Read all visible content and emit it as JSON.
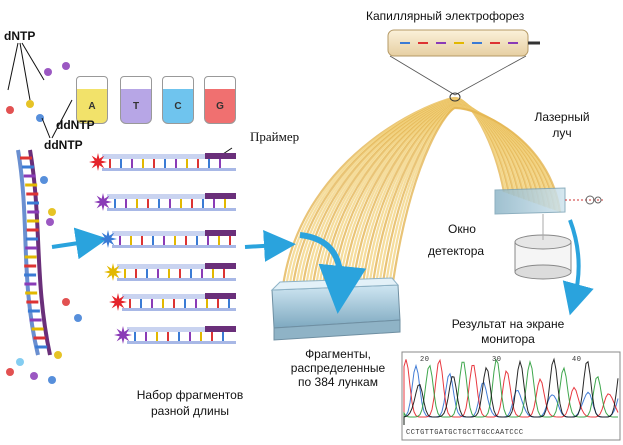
{
  "labels": {
    "dntp": "dNTP",
    "ddntp_left": "ddNTP",
    "ddntp_right": "ddNTP",
    "primer": "Праймер",
    "capillary": "Капиллярный электрофорез",
    "laser_line1": "Лазерный",
    "laser_line2": "луч",
    "window_line1": "Окно",
    "window_line2": "детектора",
    "result_line1": "Результат на экране",
    "result_line2": "монитора",
    "fragments_line1": "Фрагменты,",
    "fragments_line2": "распределенные",
    "fragments_line3": "по 384 лункам",
    "set_line1": "Набор фрагментов",
    "set_line2": "разной длины"
  },
  "tubes": [
    {
      "letter": "A",
      "color": "#f2e26a"
    },
    {
      "letter": "T",
      "color": "#b7a6e6"
    },
    {
      "letter": "C",
      "color": "#6fc4ee"
    },
    {
      "letter": "G",
      "color": "#f07070"
    }
  ],
  "monitor": {
    "sequence": "CCTGTTGATGCTGCTTGCCAATCCC",
    "tick_left": "20",
    "tick_mid": "30",
    "tick_right": "40"
  },
  "colors": {
    "arrow": "#2aa3dd",
    "fiber": "#e8c45a",
    "strand_purple": "#6a2f7a",
    "strand_pale": "#c9d3f0"
  }
}
